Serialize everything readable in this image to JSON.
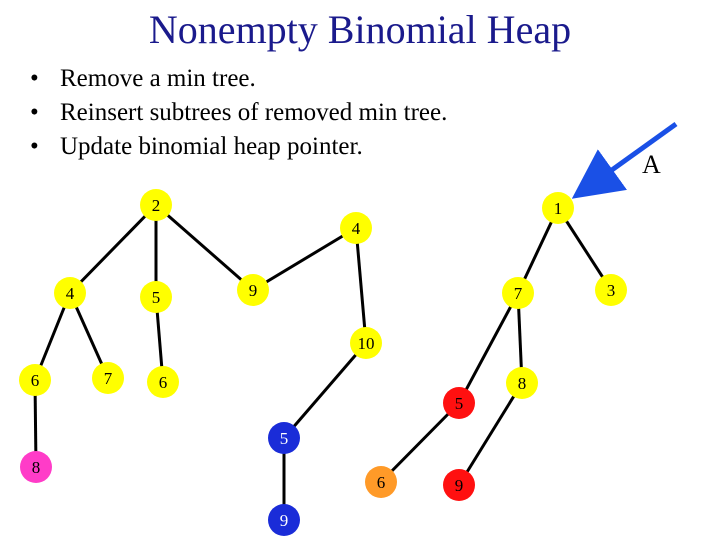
{
  "title": "Nonempty Binomial Heap",
  "bullets": [
    "Remove a min tree.",
    "Reinsert subtrees of removed min tree.",
    "Update binomial heap pointer."
  ],
  "pointer": {
    "label": "A"
  },
  "colors": {
    "yellow": "#ffff00",
    "magenta": "#ff3cc8",
    "orange": "#ff9a28",
    "red": "#ff1010",
    "blue": "#1a2cd8",
    "pointer": "#1a50e6"
  },
  "nodes": [
    {
      "id": "n2",
      "label": "2",
      "color": "yellow"
    },
    {
      "id": "n4a",
      "label": "4",
      "color": "yellow"
    },
    {
      "id": "n5a",
      "label": "5",
      "color": "yellow"
    },
    {
      "id": "n6a",
      "label": "6",
      "color": "yellow"
    },
    {
      "id": "n7a",
      "label": "7",
      "color": "yellow"
    },
    {
      "id": "n6b",
      "label": "6",
      "color": "yellow"
    },
    {
      "id": "n8a",
      "label": "8",
      "color": "magenta"
    },
    {
      "id": "n4b",
      "label": "4",
      "color": "yellow"
    },
    {
      "id": "n9a",
      "label": "9",
      "color": "yellow"
    },
    {
      "id": "n10",
      "label": "10",
      "color": "yellow"
    },
    {
      "id": "n5b",
      "label": "5",
      "color": "blue"
    },
    {
      "id": "n9b",
      "label": "9",
      "color": "blue"
    },
    {
      "id": "n1",
      "label": "1",
      "color": "yellow"
    },
    {
      "id": "n7b",
      "label": "7",
      "color": "yellow"
    },
    {
      "id": "n3",
      "label": "3",
      "color": "yellow"
    },
    {
      "id": "n5c",
      "label": "5",
      "color": "red"
    },
    {
      "id": "n6c",
      "label": "6",
      "color": "orange"
    },
    {
      "id": "n8b",
      "label": "8",
      "color": "yellow"
    },
    {
      "id": "n9c",
      "label": "9",
      "color": "red"
    }
  ],
  "edges": [
    [
      "n2",
      "n4a"
    ],
    [
      "n2",
      "n5a"
    ],
    [
      "n2",
      "n9a"
    ],
    [
      "n4a",
      "n6a"
    ],
    [
      "n4a",
      "n7a"
    ],
    [
      "n5a",
      "n6b"
    ],
    [
      "n6a",
      "n8a"
    ],
    [
      "n4b",
      "n9a"
    ],
    [
      "n4b",
      "n10"
    ],
    [
      "n10",
      "n5b"
    ],
    [
      "n5b",
      "n9b"
    ],
    [
      "n1",
      "n7b"
    ],
    [
      "n1",
      "n3"
    ],
    [
      "n7b",
      "n5c"
    ],
    [
      "n7b",
      "n8b"
    ],
    [
      "n5c",
      "n6c"
    ],
    [
      "n8b",
      "n9c"
    ]
  ]
}
